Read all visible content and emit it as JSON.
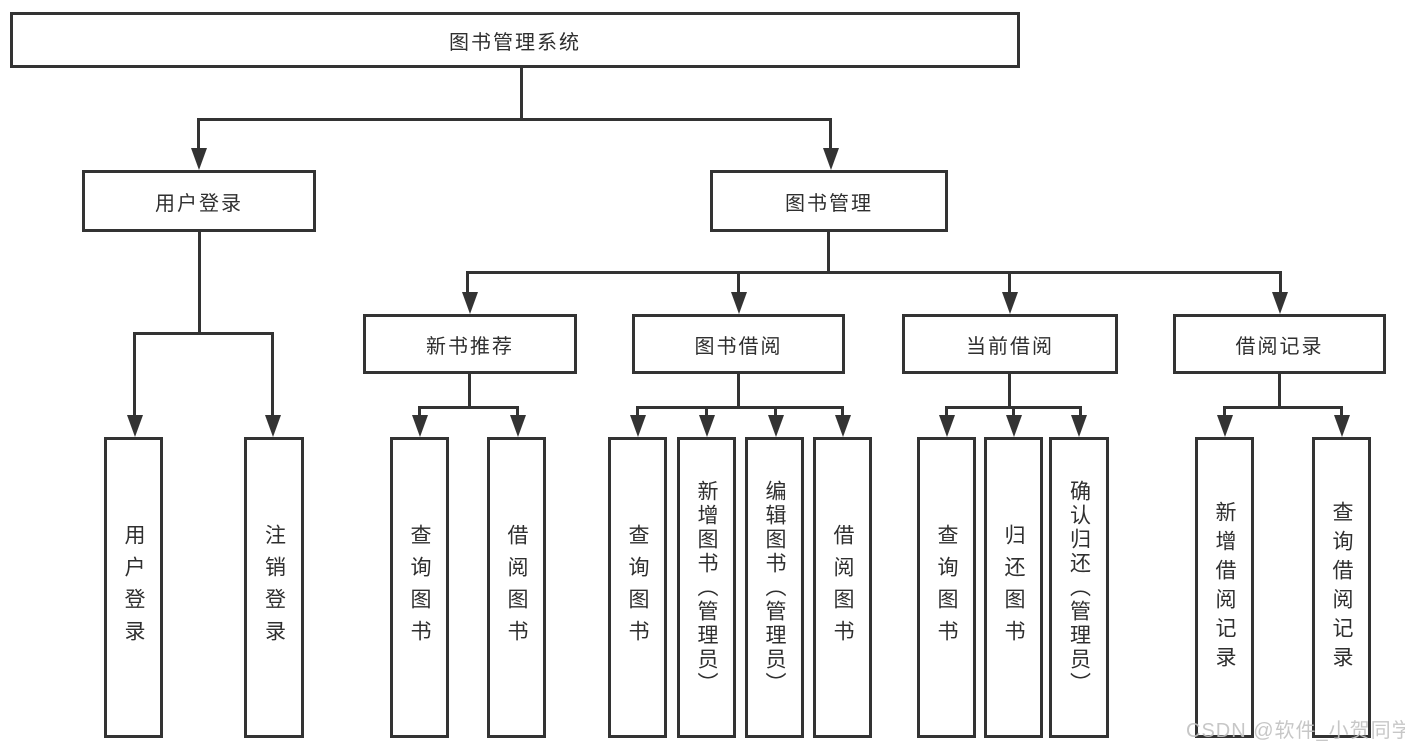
{
  "diagram": {
    "title": "图书管理系统",
    "watermark": "CSDN @软件_小贺同学",
    "colors": {
      "line": "#333333",
      "text": "#2f2f2f",
      "watermark": "#c3c3c3",
      "background": "#ffffff"
    },
    "level2": {
      "user_login": "用户登录",
      "book_mgmt": "图书管理"
    },
    "level3": {
      "new_book_recommend": "新书推荐",
      "book_borrow": "图书借阅",
      "current_borrow": "当前借阅",
      "borrow_records": "借阅记录"
    },
    "leaves": {
      "user_login": "用户登录",
      "logout": "注销登录",
      "recommend_query": "查询图书",
      "recommend_borrow": "借阅图书",
      "borrow_query": "查询图书",
      "borrow_add": "新增图书（管理员）",
      "borrow_edit": "编辑图书（管理员）",
      "borrow_do": "借阅图书",
      "current_query": "查询图书",
      "current_return": "归还图书",
      "current_confirm": "确认归还（管理员）",
      "records_add": "新增借阅记录",
      "records_query": "查询借阅记录"
    }
  }
}
